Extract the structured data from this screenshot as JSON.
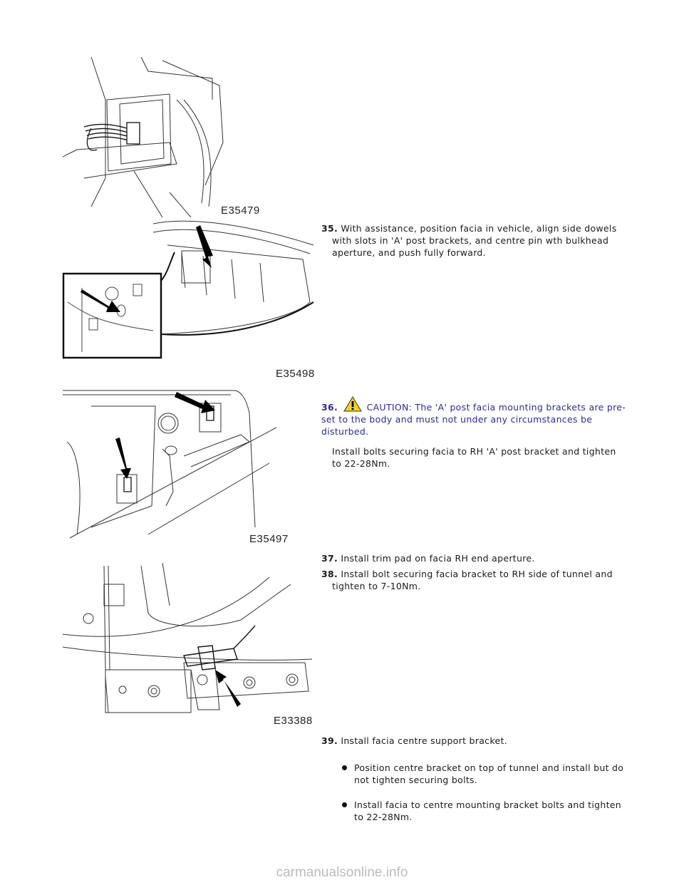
{
  "figures": [
    {
      "label": "E35479"
    },
    {
      "label": "E35498"
    },
    {
      "label": "E35497"
    },
    {
      "label": "E33388"
    }
  ],
  "steps": {
    "s35": {
      "num": "35.",
      "line1": "With assistance, position facia in vehicle, align side dowels",
      "cont": "with slots in 'A' post brackets, and centre pin wth bulkhead aperture, and push fully forward."
    },
    "s36": {
      "num": "36.",
      "caution": "CAUTION: The 'A' post facia mounting brackets are pre-set to the body and must not under any circumstances be disturbed.",
      "detail": "Install bolts securing facia to RH 'A' post bracket and tighten to 22-28Nm."
    },
    "s37": {
      "num": "37.",
      "text": "Install trim pad on facia RH end aperture."
    },
    "s38": {
      "num": "38.",
      "line1": "Install bolt securing facia bracket to RH side of tunnel and",
      "cont": "tighten to 7-10Nm."
    },
    "s39": {
      "num": "39.",
      "text": "Install facia centre support bracket."
    }
  },
  "bullets": [
    "Position centre bracket on top of tunnel and install but do not tighten securing bolts.",
    "Install facia to centre mounting bracket bolts and tighten to 22-28Nm."
  ],
  "footer": "carmanualsonline.info",
  "icons": {
    "caution": "warning-triangle-icon",
    "arrow": "pointer-arrow-icon"
  }
}
